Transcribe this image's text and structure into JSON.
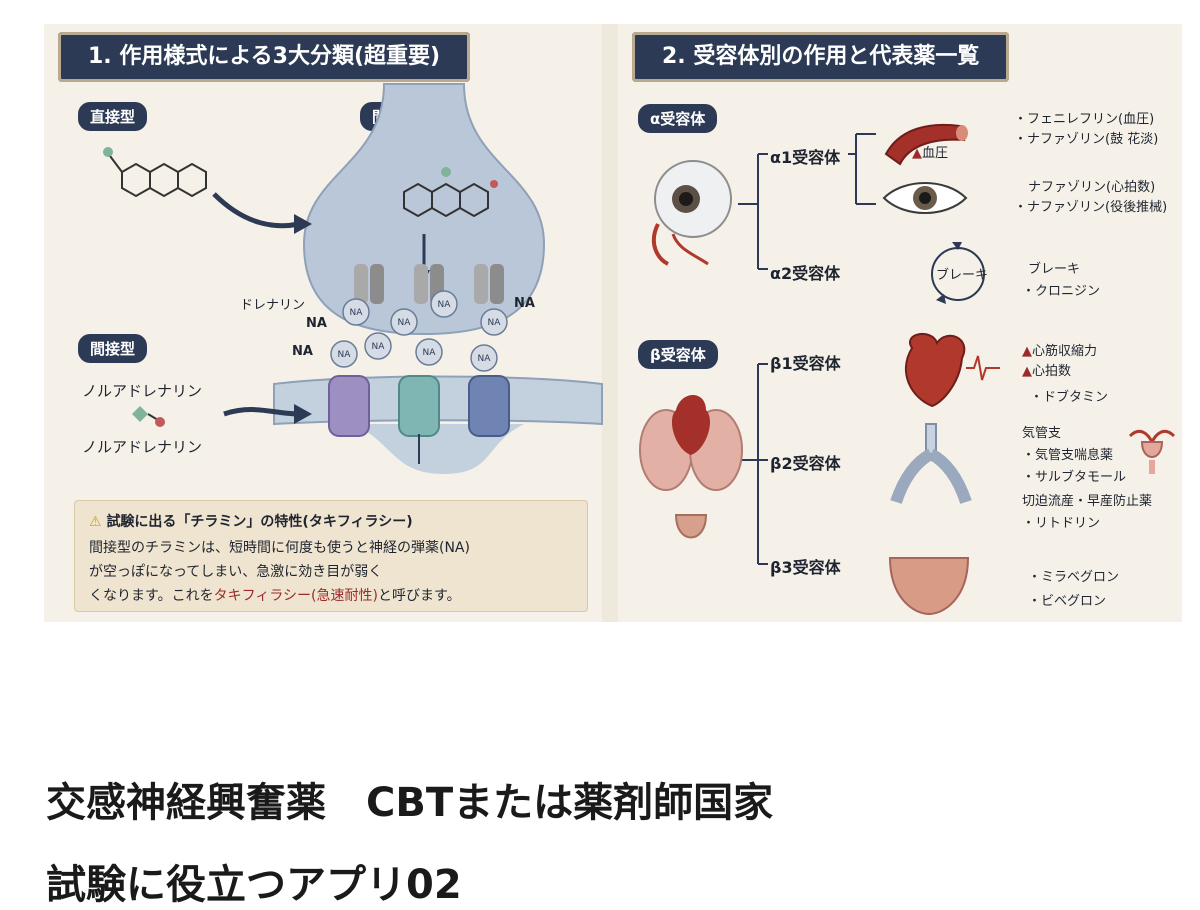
{
  "left_panel": {
    "title": "1. 作用様式による3大分類(超重要)",
    "tag_direct": "直接型",
    "tag_indirect_top": "間接型",
    "tag_indirect_left": "間接型",
    "label_noradrenaline_1": "ノルアドレナリン",
    "label_noradrenaline_2": "ノルアドレナリン",
    "label_na_1": "NA",
    "label_na_2": "NA",
    "label_na_3": "NA",
    "label_doretarin": "ドレナリン",
    "vesicle_label": "NA",
    "warning": {
      "title": "試験に出る「チラミン」の特性(タキフィラシー)",
      "line1": "間接型のチラミンは、短時間に何度も使うと神経の弾薬(NA)",
      "line2": "が空っぽになってしまい、急激に効き目が弱く",
      "line3_prefix": "くなります。これを",
      "line3_highlight": "タキフィラシー(急速耐性)",
      "line3_suffix": "と呼びます。"
    }
  },
  "right_panel": {
    "title": "2. 受容体別の作用と代表薬一覧",
    "alpha": {
      "tag": "α受容体",
      "a1_label": "α1受容体",
      "a1_effect": "血圧",
      "a1_drugs_top": [
        "・フェニレフリン(血圧)",
        "・ナファゾリン(鼓 花淡)"
      ],
      "a1_drugs_bottom": [
        "ナファゾリン(心拍数)",
        "・ナファゾリン(役後推械)"
      ],
      "a2_label": "α2受容体",
      "a2_brake": "ブレーキ",
      "a2_drugs": [
        "ブレーキ",
        "・クロニジン"
      ]
    },
    "beta": {
      "tag": "β受容体",
      "b1_label": "β1受容体",
      "b1_effects": [
        "心筋収縮力",
        "心拍数"
      ],
      "b1_drug": "・ドブタミン",
      "b2_label": "β2受容体",
      "b2_lines": [
        "気管支",
        "・気管支喘息薬",
        "・サルブタモール",
        "切迫流産・早産防止薬",
        "・リトドリン"
      ],
      "b3_label": "β3受容体",
      "b3_drugs": [
        "・ミラベグロン",
        "・ビベグロン"
      ]
    }
  },
  "caption": {
    "line1": "交感神経興奮薬　CBTまたは薬剤師国家",
    "line2": "試験に役立つアプリ02"
  },
  "colors": {
    "banner": "#2c3a55",
    "panel_bg": "#f6f1e8",
    "highlight_red": "#9b2b2b",
    "neuron": "#b9c7d8"
  }
}
